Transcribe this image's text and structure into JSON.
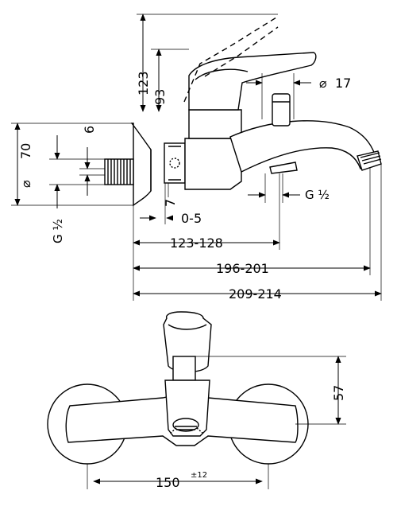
{
  "side_view": {
    "dim_lever_height": "123",
    "dim_lever_center": "93",
    "dim_lever_diameter_symbol": "⌀",
    "dim_lever_diameter": "17",
    "dim_rosette_diameter_symbol": "⌀",
    "dim_rosette_diameter": "70",
    "dim_thread_small": "6",
    "dim_seven": "7",
    "dim_thread_wall": "G ½",
    "dim_thread_spout": "G ½",
    "dim_adjust": "0-5",
    "dim_length_1": "123-128",
    "dim_length_2": "196-201",
    "dim_length_3": "209-214"
  },
  "front_view": {
    "dim_height": "57",
    "dim_center_distance": "150",
    "dim_center_tolerance": "±12"
  },
  "colors": {
    "line": "#000000",
    "background": "#ffffff"
  }
}
